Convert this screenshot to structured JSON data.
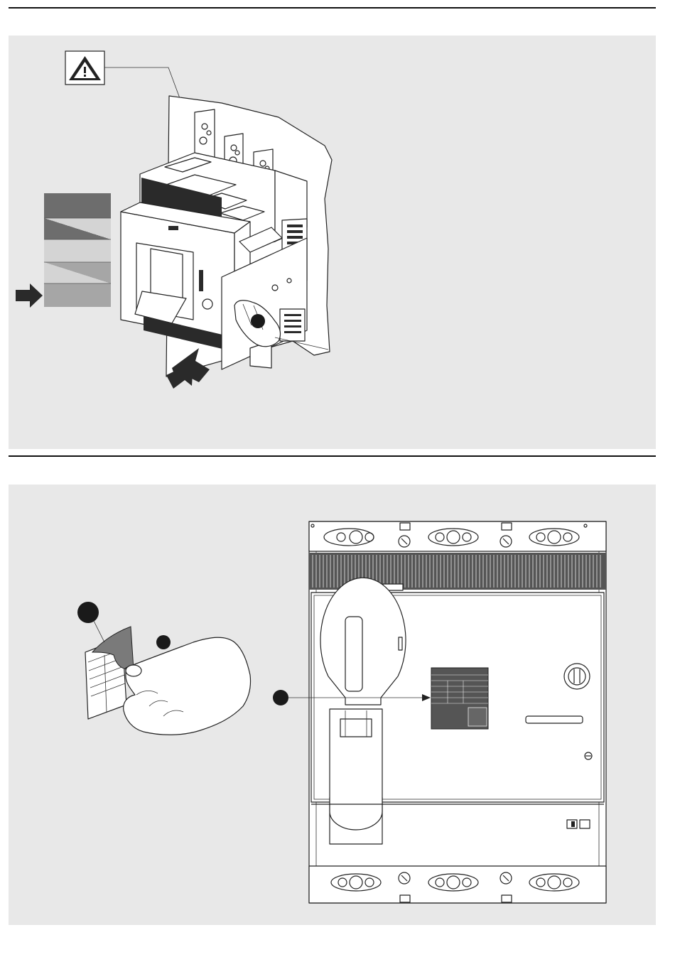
{
  "page": {
    "rules": 2,
    "panels": 2
  },
  "panel_top": {
    "warning_icon": "warning-triangle-icon",
    "status_indicator": {
      "segments": [
        "dark",
        "dark-to-light",
        "light",
        "light-to-dark",
        "mid"
      ],
      "selected_index": 4
    },
    "callout_number_visible": false
  },
  "panel_bottom": {
    "callouts": 3
  },
  "colors": {
    "panel_bg": "#e8e8e8",
    "line": "#222222",
    "indicator_dark": "#6d6d6d",
    "indicator_light": "#d4d4d4",
    "indicator_mid": "#a6a6a6",
    "callout": "#1a1a1a"
  }
}
